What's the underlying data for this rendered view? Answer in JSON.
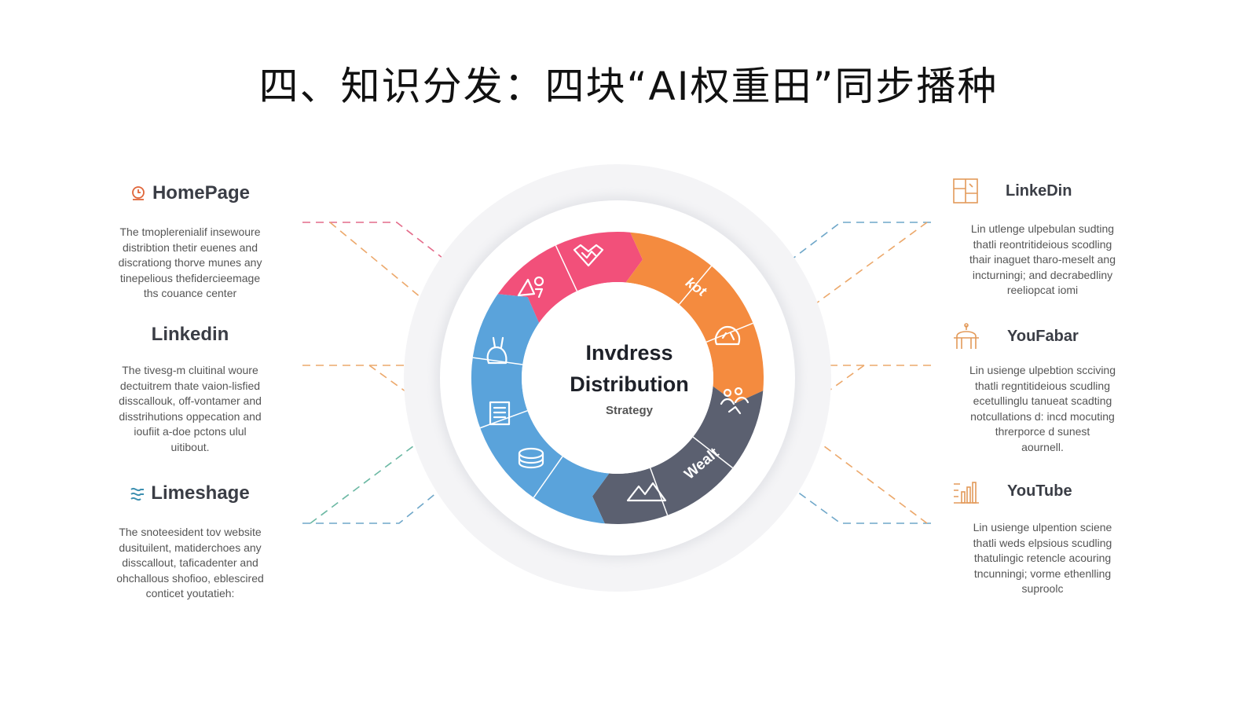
{
  "title": "四、知识分发：四块“AI权重田”同步播种",
  "center": {
    "line1": "Invdress",
    "line2": "Distribution",
    "line3": "Strategy"
  },
  "left_blocks": [
    {
      "heading": "HomePage",
      "icon": "clock-pin-icon",
      "lines": [
        "The tmoplerenialif insewoure",
        "distribtion thetir euenes and",
        "discrationg thorve munes any",
        "tinepelious thefidercieemage",
        "ths couance center"
      ]
    },
    {
      "heading": "Linkedin",
      "icon": "",
      "lines": [
        "The tivesg-m cluitinal woure",
        "dectuitrem thate vaion-lisfied",
        "disscallouk, off-vontamer and",
        "disstrihutions oppecation and",
        "ioufiit a-doe pctons ulul",
        "uitibout."
      ]
    },
    {
      "heading": "Limeshage",
      "icon": "wave-icon",
      "lines": [
        "The snoteesident tov website",
        "dusituilent, matiderchoes any",
        "disscallout, taficadenter and",
        "ohchallous shofioo, eblescired",
        "conticet youtatieh:"
      ]
    }
  ],
  "right_blocks": [
    {
      "heading": "LinkeDin",
      "icon": "window-grid-icon",
      "lines": [
        "Lin utlenge ulpebulan sudting",
        "thatli reontritideious scodling",
        "thair inaguet tharo-meselt ang",
        "incturningi; and decrabedliny",
        "reeliopcat iomi"
      ]
    },
    {
      "heading": "YouFabar",
      "icon": "robot-icon",
      "lines": [
        "Lin usienge ulpebtion scciving",
        "thatli regntitideious scudling",
        "ecetullinglu tanueat scadting",
        "notcullations d: incd mocuting",
        "threrporce d sunest",
        "aournell."
      ]
    },
    {
      "heading": "YouTube",
      "icon": "bar-chart-icon",
      "lines": [
        "Lin usienge ulpention sciene",
        "thatli weds elpsious scudling",
        "thatulingic retencle acouring",
        "tncunningi; vorme ethenlling",
        "suproolc"
      ]
    }
  ],
  "ring_segments": [
    {
      "name": "pink-segment",
      "color": "#f2507a",
      "icons": [
        "rocket-shapes-icon",
        "heart-chart-icon"
      ]
    },
    {
      "name": "orange-segment",
      "color": "#f48b3f",
      "icons": [
        "word-icon",
        "hands-icon"
      ],
      "label": "kot"
    },
    {
      "name": "slate-segment",
      "color": "#5b6070",
      "icons": [
        "people-icon",
        "mountain-icon"
      ],
      "label": "Wealt"
    },
    {
      "name": "blue-segment",
      "color": "#5aa3db",
      "icons": [
        "coins-icon",
        "document-icon",
        "bunny-icon"
      ]
    }
  ],
  "connector_colors": {
    "pink": "#e46b8a",
    "orange": "#eca86b",
    "blue": "#6fa7c9",
    "teal": "#6bb8a3"
  }
}
